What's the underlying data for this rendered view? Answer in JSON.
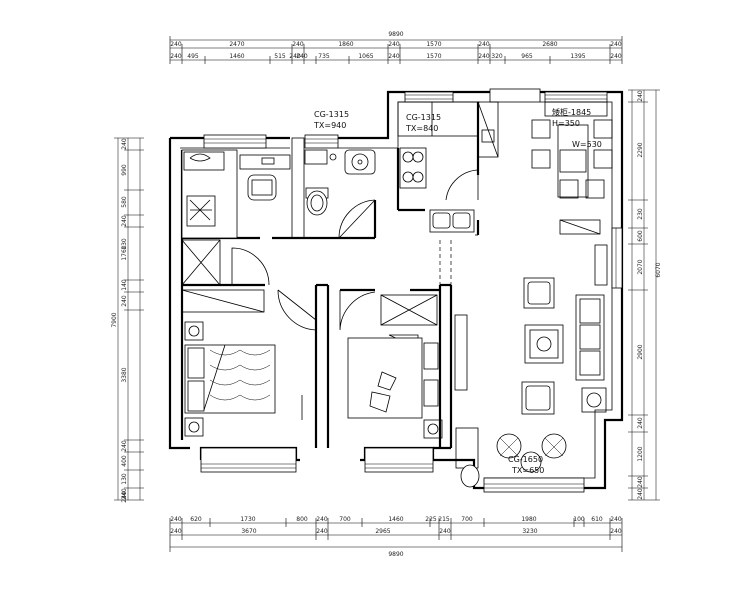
{
  "top_dims": {
    "total": "9890",
    "row1": [
      "240",
      "2470",
      "240",
      "1860",
      "240",
      "1570",
      "240",
      "2680",
      "240"
    ],
    "row2": [
      "240",
      "495",
      "1460",
      "515",
      "240",
      "240",
      "735",
      "1065",
      "240",
      "1570",
      "240",
      "320",
      "965",
      "1395",
      "240"
    ]
  },
  "bottom_dims": {
    "row1": [
      "240",
      "620",
      "1730",
      "800",
      "240",
      "700",
      "1460",
      "225",
      "215",
      "700",
      "1980",
      "100",
      "610",
      "240"
    ],
    "row2": [
      "240",
      "3670",
      "240",
      "2965",
      "240",
      "3230",
      "240"
    ],
    "total": "9890"
  },
  "left_dims": {
    "total": "7900",
    "segments": [
      "240",
      "990",
      "580",
      "240",
      "130",
      "1760",
      "140",
      "240",
      "3380",
      "240",
      "400",
      "130",
      "240",
      "240"
    ]
  },
  "right_dims": {
    "total": "6070",
    "segments": [
      "240",
      "2290",
      "230",
      "600",
      "2070",
      "2900",
      "240",
      "1200",
      "240",
      "240"
    ]
  },
  "labels": {
    "window_a": "CG-1315",
    "window_a_tx": "TX=940",
    "window_b": "CG-1315",
    "window_b_tx": "TX=840",
    "cabinet": "矮柜-1845",
    "cabinet_h": "H=350",
    "cabinet_w": "W=530",
    "bay_window": "CG-1650",
    "bay_window_tx": "TX=650"
  }
}
